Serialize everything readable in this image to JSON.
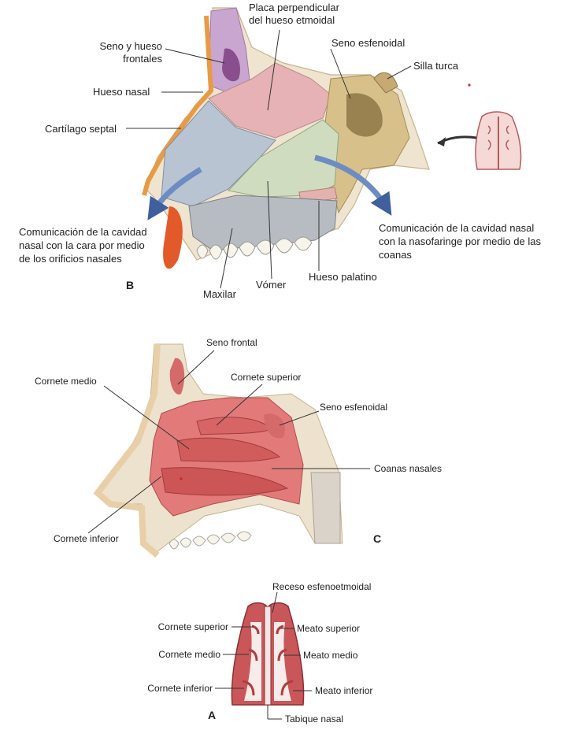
{
  "panel_b": {
    "letter": "B",
    "labels": {
      "ethmoid_plate_line1": "Placa perpendicular",
      "ethmoid_plate_line2": "del hueso etmoidal",
      "frontal_line1": "Seno y hueso",
      "frontal_line2": "frontales",
      "sphenoid_sinus": "Seno esfenoidal",
      "sella_turcica": "Silla turca",
      "nasal_bone": "Hueso nasal",
      "septal_cartilage": "Cartílago septal",
      "face_comm_line1": "Comunicación de la cavidad",
      "face_comm_line2": "nasal con la cara por medio",
      "face_comm_line3": "de los orificios nasales",
      "naso_comm_line1": "Comunicación de la cavidad nasal",
      "naso_comm_line2": "con la nasofaringe por medio de las",
      "naso_comm_line3": "coanas",
      "maxilla": "Maxilar",
      "vomer": "Vómer",
      "palatine_bone": "Hueso palatino"
    }
  },
  "panel_c": {
    "letter": "C",
    "labels": {
      "frontal_sinus": "Seno frontal",
      "middle_concha": "Cornete medio",
      "superior_concha": "Cornete superior",
      "sphenoid_sinus": "Seno esfenoidal",
      "choanae": "Coanas nasales",
      "inferior_concha": "Cornete inferior"
    }
  },
  "panel_a": {
    "letter": "A",
    "labels": {
      "sphenoethmoidal_recess": "Receso esfenoetmoidal",
      "superior_concha": "Cornete superior",
      "superior_meatus": "Meato superior",
      "middle_concha": "Cornete medio",
      "middle_meatus": "Meato medio",
      "inferior_concha": "Cornete inferior",
      "inferior_meatus": "Meato inferior",
      "nasal_septum": "Tabique nasal"
    }
  }
}
